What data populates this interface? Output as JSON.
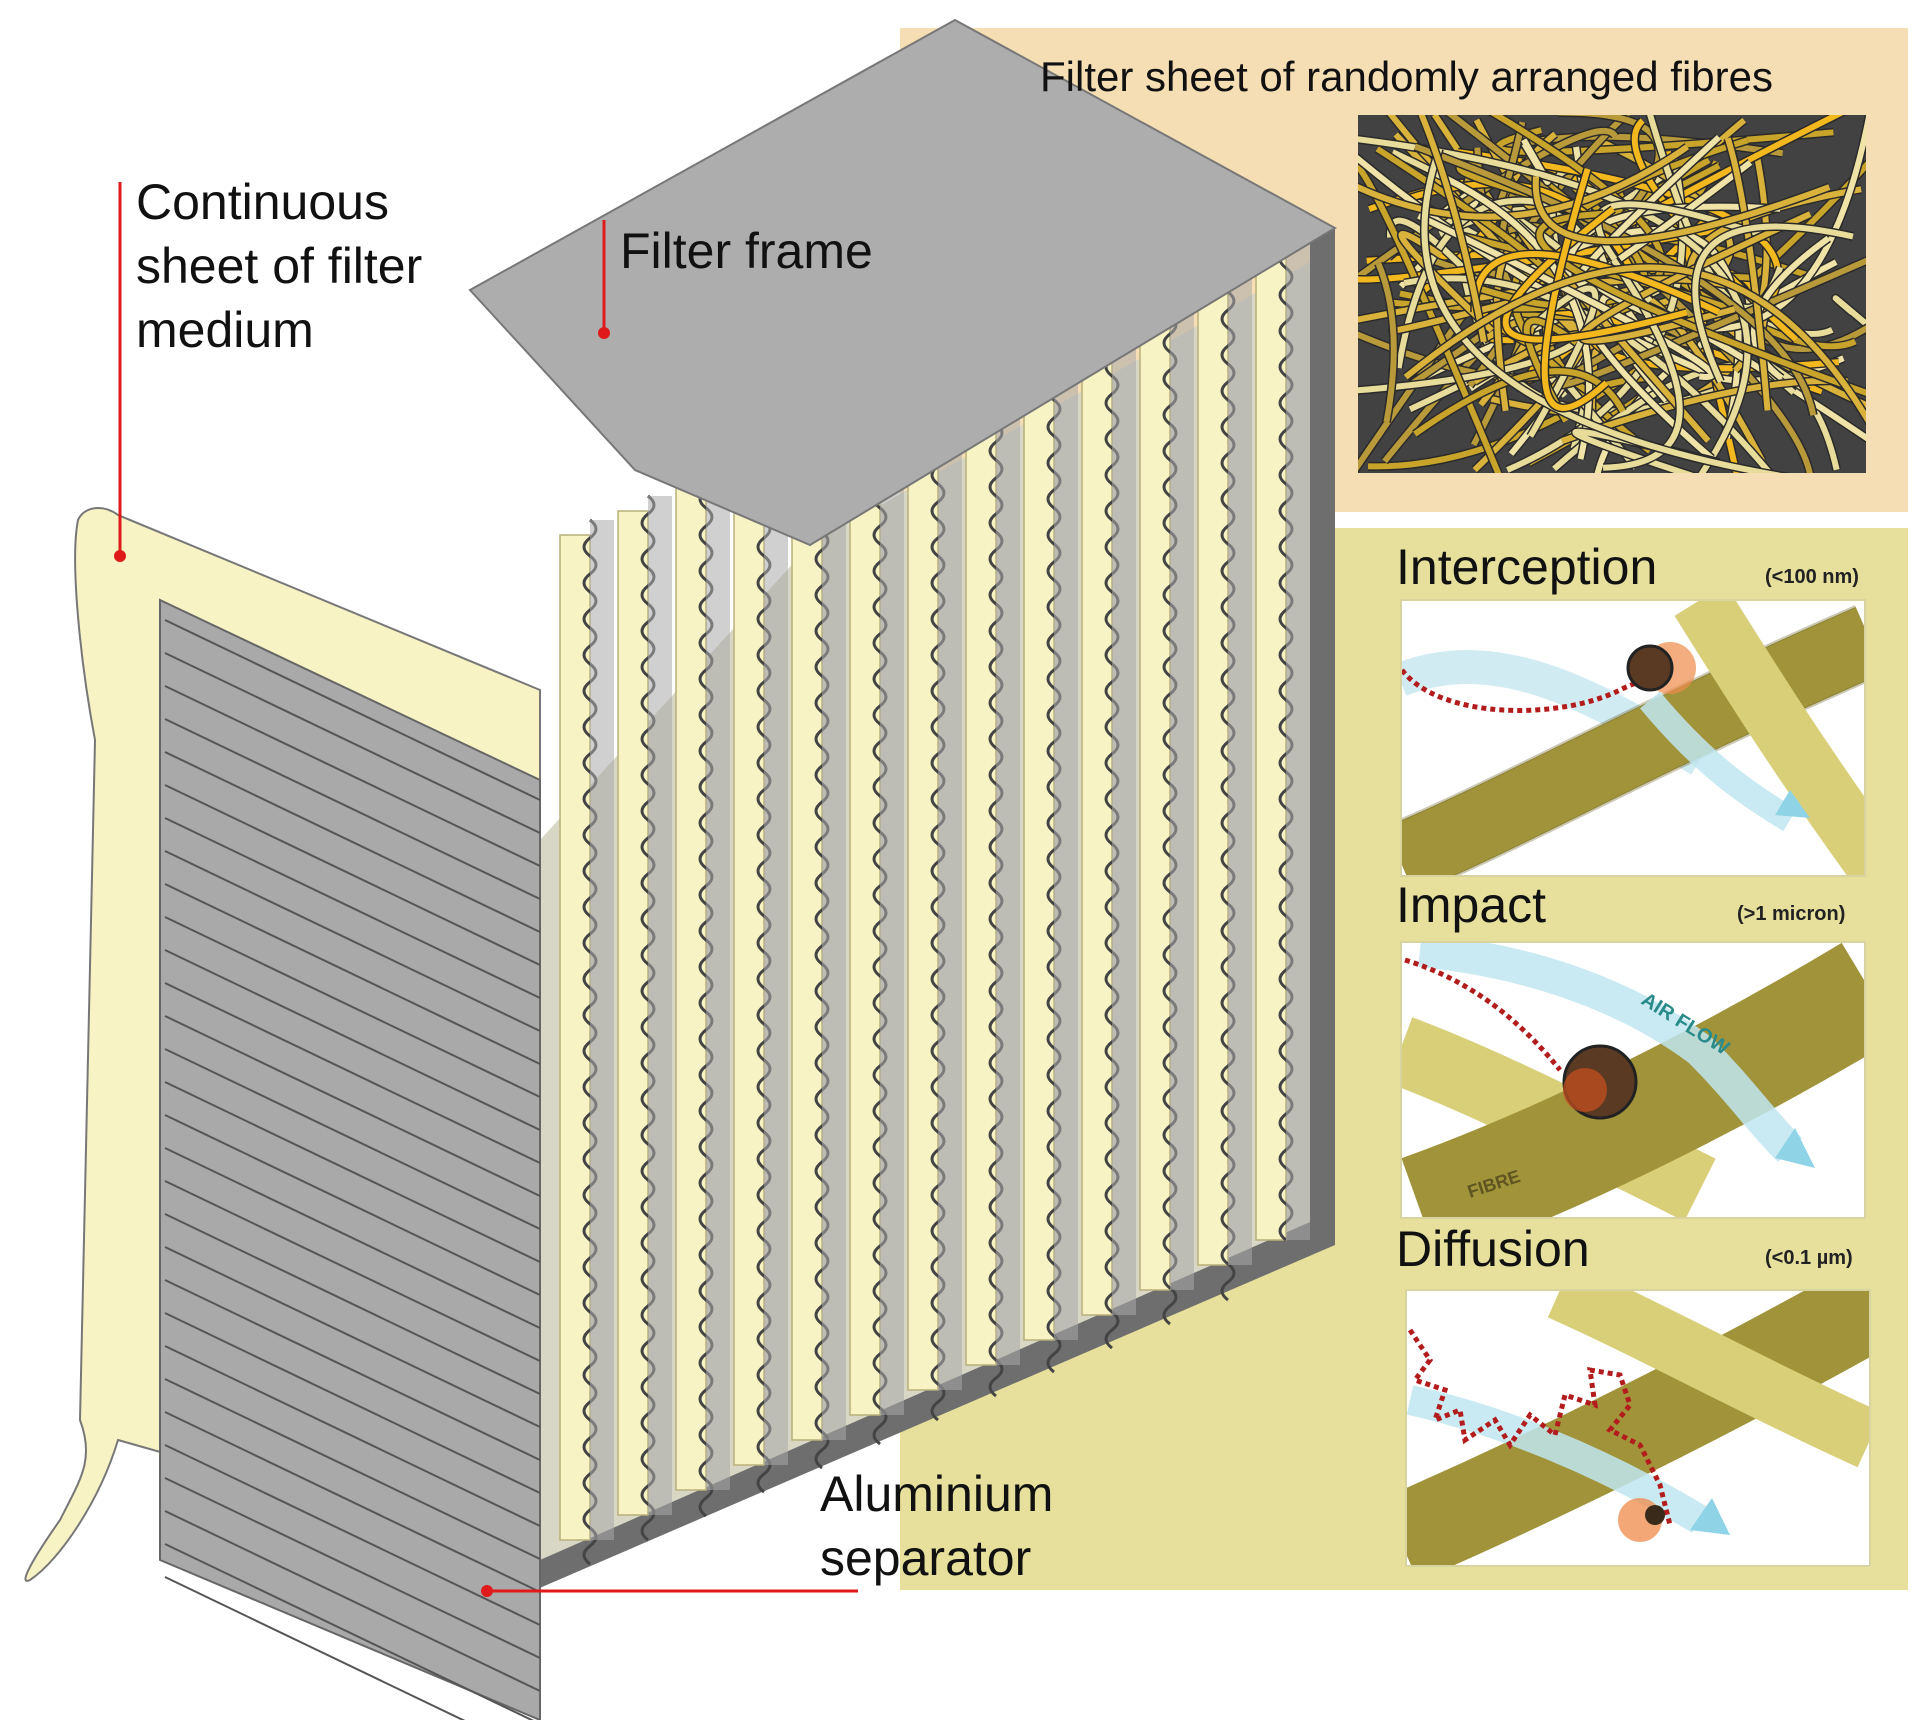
{
  "labels": {
    "filter_medium_line1": "Continuous",
    "filter_medium_line2": "sheet of filter",
    "filter_medium_line3": "medium",
    "filter_frame": "Filter frame",
    "separator_line1": "Aluminium",
    "separator_line2": "separator",
    "fibre_sheet": "Filter sheet of randomly arranged fibres"
  },
  "mechanisms": [
    {
      "name": "Interception",
      "size": "(<100 nm)"
    },
    {
      "name": "Impact",
      "size": "(>1 micron)"
    },
    {
      "name": "Diffusion",
      "size": "(<0.1 µm)"
    }
  ],
  "inset_text": {
    "air_flow": "AIR FLOW",
    "fibre": "FIBRE"
  },
  "colors": {
    "paper": "#f7f3c4",
    "paper_edge": "#b9b07a",
    "aluminium": "#a9a9a9",
    "frame_dark": "#6e6e6e",
    "panel_top": "#f5deb3",
    "panel_bottom": "#e7e09c",
    "fibre_olive": "#a1933a",
    "leader_red": "#e01a1a"
  }
}
